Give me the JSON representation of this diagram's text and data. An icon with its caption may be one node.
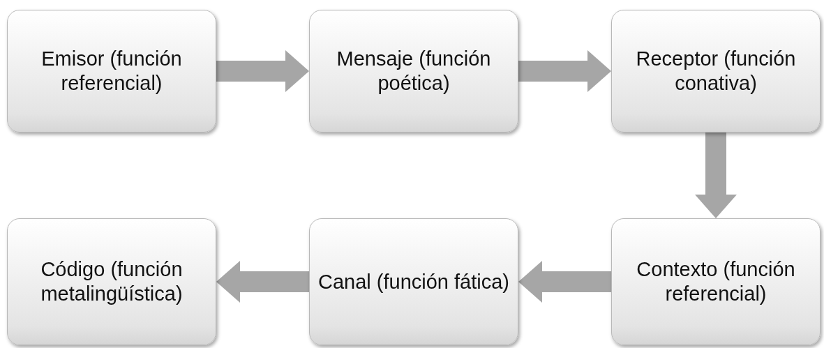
{
  "diagram": {
    "nodes": [
      {
        "text": [
          "Emisor (función referencial)"
        ]
      },
      {
        "text": [
          "Mensaje (función poética)"
        ]
      },
      {
        "text": [
          "Receptor (función conativa)"
        ]
      },
      {
        "text": [
          "Código (función metalingüística)"
        ]
      },
      {
        "text": [
          "Canal (función fática)"
        ]
      },
      {
        "text": [
          "Contexto (función referencial)"
        ]
      }
    ],
    "edges": [
      {
        "from": 0,
        "to": 1,
        "arrow": "to"
      },
      {
        "from": 1,
        "to": 2,
        "arrow": "to"
      },
      {
        "from": 2,
        "to": 5,
        "arrow": "to"
      },
      {
        "from": 5,
        "to": 4,
        "arrow": "to"
      },
      {
        "from": 4,
        "to": 3,
        "arrow": "to"
      }
    ]
  }
}
